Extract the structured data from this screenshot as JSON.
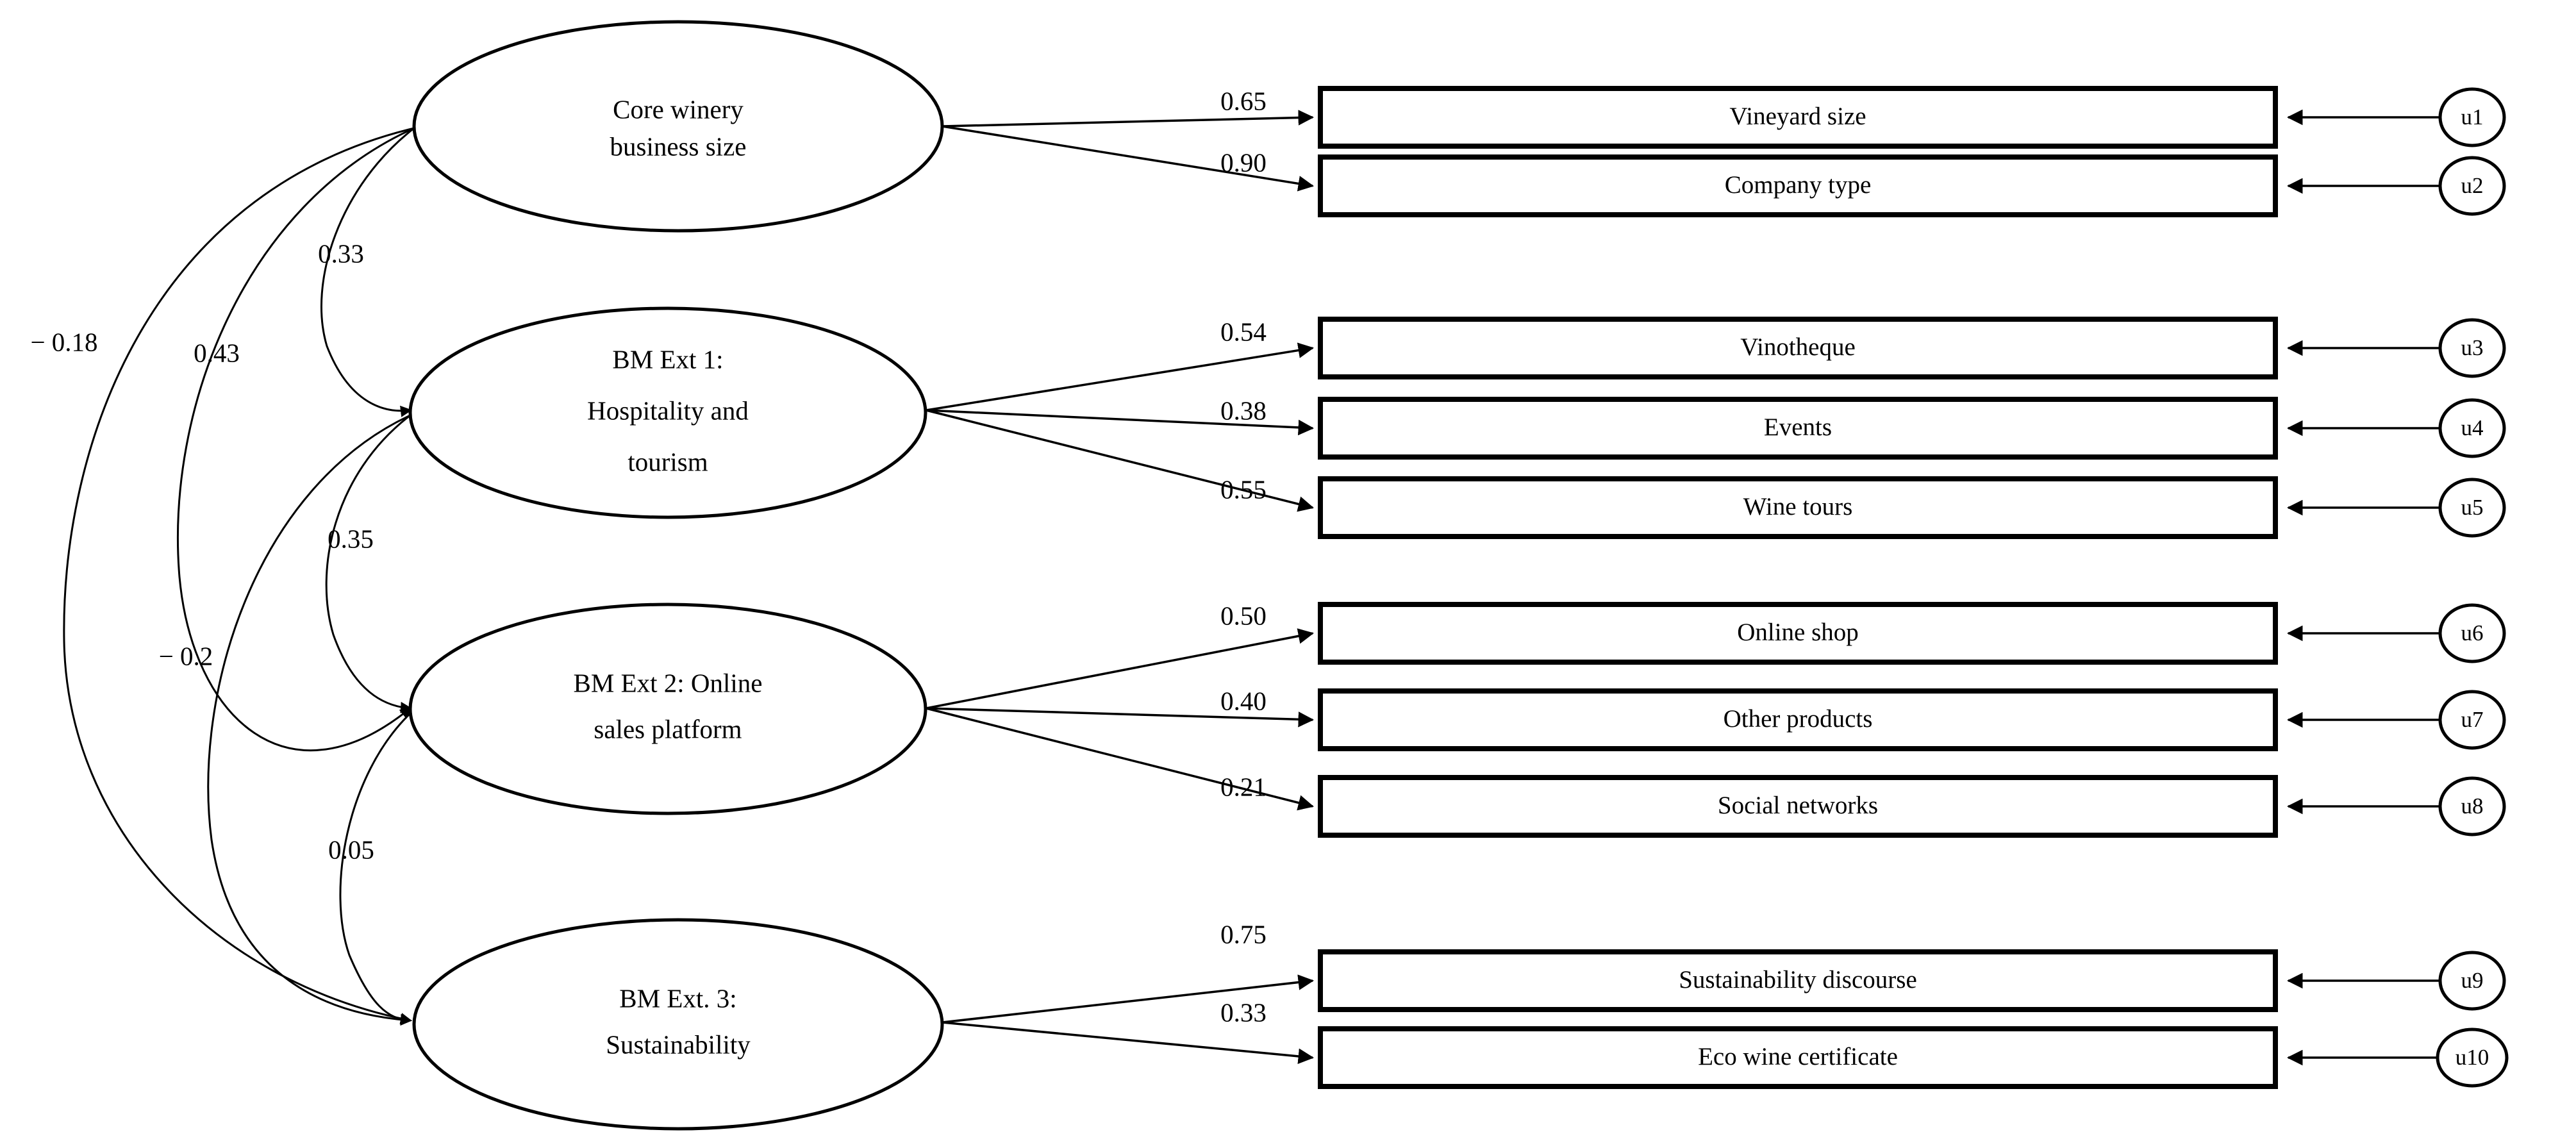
{
  "chart_data": {
    "type": "diagram",
    "diagram_kind": "sem-path-diagram",
    "title": "",
    "latent_variables": [
      {
        "id": "F1",
        "label_lines": [
          "Core winery",
          "business size"
        ]
      },
      {
        "id": "F2",
        "label_lines": [
          "BM Ext 1:",
          "Hospitality and",
          "tourism"
        ]
      },
      {
        "id": "F3",
        "label_lines": [
          "BM Ext 2: Online",
          "sales platform"
        ]
      },
      {
        "id": "F4",
        "label_lines": [
          "BM Ext. 3:",
          "Sustainability"
        ]
      }
    ],
    "indicators": [
      {
        "id": "I1",
        "label": "Vineyard size",
        "error": "u1",
        "loading": "0.65",
        "factor": "F1"
      },
      {
        "id": "I2",
        "label": "Company type",
        "error": "u2",
        "loading": "0.90",
        "factor": "F1"
      },
      {
        "id": "I3",
        "label": "Vinotheque",
        "error": "u3",
        "loading": "0.54",
        "factor": "F2"
      },
      {
        "id": "I4",
        "label": "Events",
        "error": "u4",
        "loading": "0.38",
        "factor": "F2"
      },
      {
        "id": "I5",
        "label": "Wine tours",
        "error": "u5",
        "loading": "0.55",
        "factor": "F2"
      },
      {
        "id": "I6",
        "label": "Online shop",
        "error": "u6",
        "loading": "0.50",
        "factor": "F3"
      },
      {
        "id": "I7",
        "label": "Other products",
        "error": "u7",
        "loading": "0.40",
        "factor": "F3"
      },
      {
        "id": "I8",
        "label": "Social networks",
        "error": "u8",
        "loading": "0.21",
        "factor": "F3"
      },
      {
        "id": "I9",
        "label": "Sustainability discourse",
        "error": "u9",
        "loading": "0.75",
        "factor": "F4"
      },
      {
        "id": "I10",
        "label": "Eco wine certificate",
        "error": "u10",
        "loading": "0.33",
        "factor": "F4"
      }
    ],
    "correlations": [
      {
        "from": "F1",
        "to": "F4",
        "value": "− 0.18"
      },
      {
        "from": "F1",
        "to": "F3",
        "value": "0.43"
      },
      {
        "from": "F1",
        "to": "F2",
        "value": "0.33"
      },
      {
        "from": "F2",
        "to": "F3",
        "value": "0.35"
      },
      {
        "from": "F2",
        "to": "F4",
        "value": "− 0.2"
      },
      {
        "from": "F3",
        "to": "F4",
        "value": "0.05"
      }
    ],
    "colors": {
      "stroke": "#000000",
      "fill": "#ffffff",
      "background": "#ffffff"
    }
  }
}
